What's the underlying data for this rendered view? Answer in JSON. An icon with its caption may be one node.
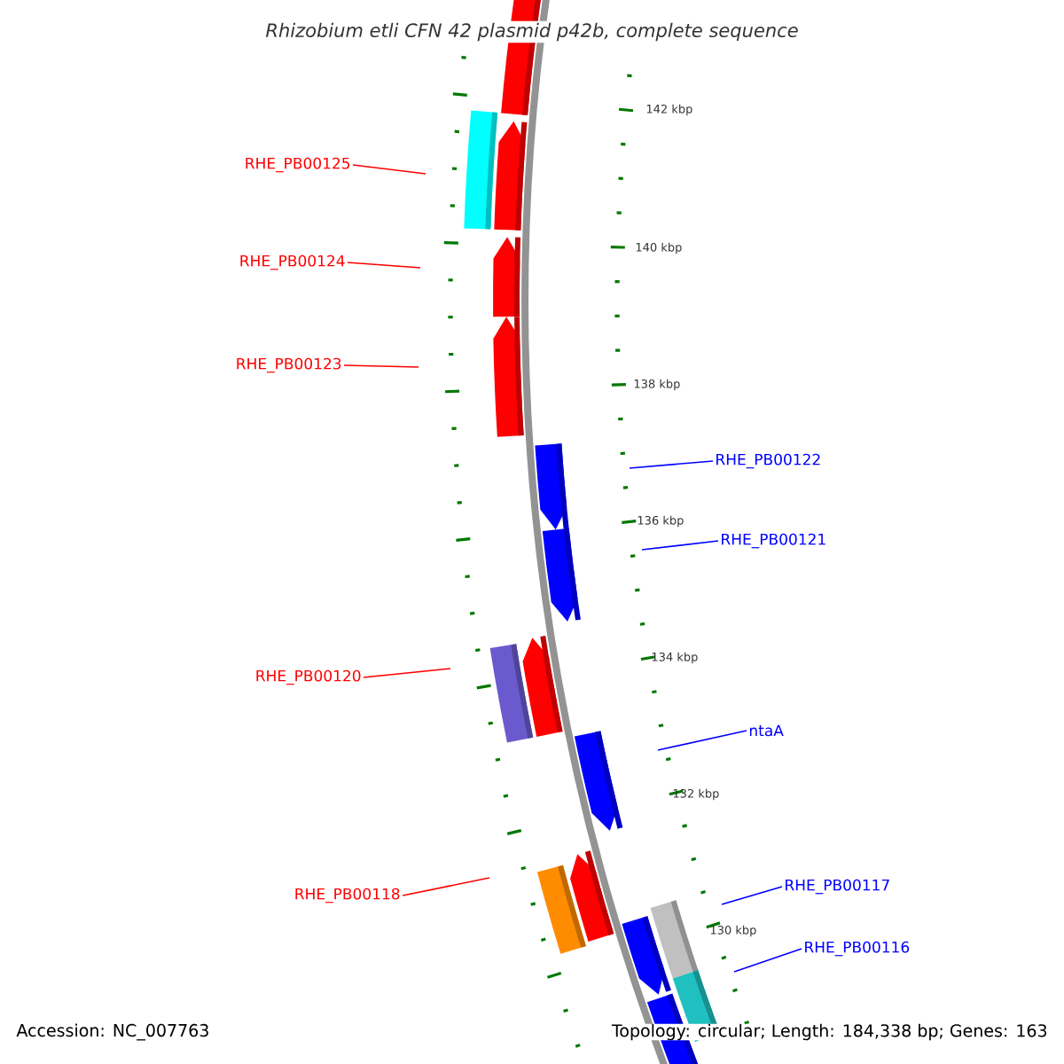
{
  "diagram": {
    "title": "Rhizobium etli CFN 42 plasmid p42b, complete sequence",
    "nodes": [
      {
        "text": [
          "RHE_PB00125"
        ]
      },
      {
        "text": [
          "RHE_PB00124"
        ]
      },
      {
        "text": [
          "RHE_PB00123"
        ]
      },
      {
        "text": [
          "RHE_PB00122"
        ]
      },
      {
        "text": [
          "RHE_PB00121"
        ]
      },
      {
        "text": [
          "RHE_PB00120"
        ]
      },
      {
        "text": [
          "ntaA"
        ]
      },
      {
        "text": [
          "RHE_PB00118"
        ]
      },
      {
        "text": [
          "RHE_PB00117"
        ]
      },
      {
        "text": [
          "RHE_PB00116"
        ]
      }
    ],
    "edges": [
      {
        "from": 0,
        "to": null,
        "arrow": "none"
      },
      {
        "from": 1,
        "to": null,
        "arrow": "none"
      },
      {
        "from": 2,
        "to": null,
        "arrow": "none"
      },
      {
        "from": 3,
        "to": null,
        "arrow": "none",
        "color": "#0000ff"
      },
      {
        "from": 4,
        "to": null,
        "arrow": "none",
        "color": "#0000ff"
      },
      {
        "from": 5,
        "to": null,
        "arrow": "none"
      },
      {
        "from": 6,
        "to": null,
        "arrow": "none",
        "color": "#0000ff"
      },
      {
        "from": 7,
        "to": null,
        "arrow": "none"
      },
      {
        "from": 8,
        "to": null,
        "arrow": "none",
        "color": "#0000ff"
      },
      {
        "from": 9,
        "to": null,
        "arrow": "none",
        "color": "#0000ff"
      }
    ],
    "labels": [
      "142 kbp",
      "140 kbp",
      "138 kbp",
      "136 kbp",
      "134 kbp",
      "132 kbp",
      "130 kbp",
      "Accession: NC_007763",
      "Topology: circular; Length: 184,338 bp; Genes: 163"
    ]
  }
}
